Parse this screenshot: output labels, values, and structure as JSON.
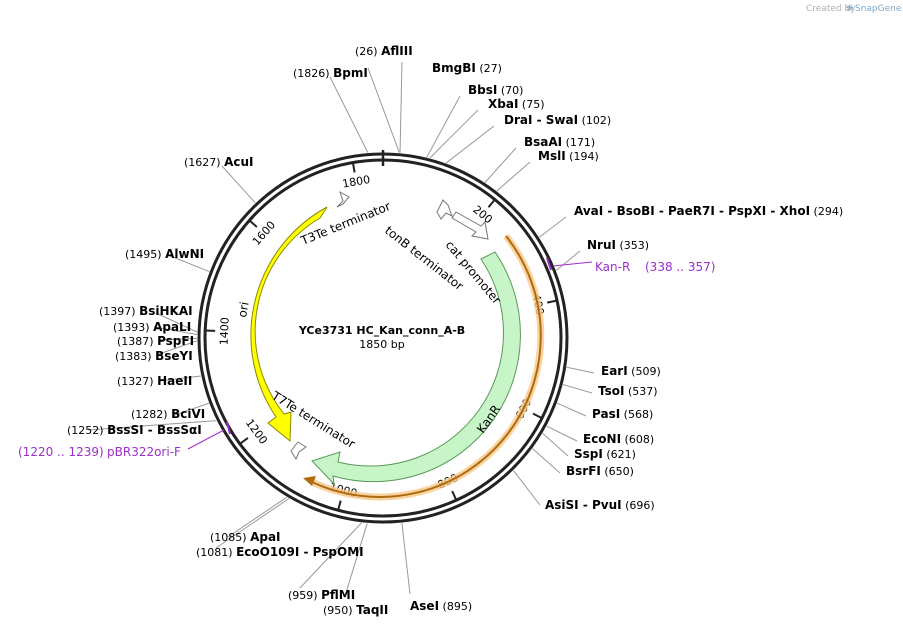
{
  "credit": {
    "prefix": "Created by",
    "brand": "SnapGene"
  },
  "plasmid": {
    "name": "YCe3731 HC_Kan_conn_A-B",
    "length": "1850 bp",
    "total_bp": 1850
  },
  "ticks": [
    {
      "bp": 200,
      "label": "200"
    },
    {
      "bp": 400,
      "label": "400"
    },
    {
      "bp": 600,
      "label": "600"
    },
    {
      "bp": 800,
      "label": "800"
    },
    {
      "bp": 1000,
      "label": "1000"
    },
    {
      "bp": 1200,
      "label": "1200"
    },
    {
      "bp": 1400,
      "label": "1400"
    },
    {
      "bp": 1600,
      "label": "1600"
    },
    {
      "bp": 1800,
      "label": "1800"
    }
  ],
  "features": [
    {
      "name": "ori",
      "type": "rep_origin",
      "color": "#ffff00",
      "stroke": "#8a8a00"
    },
    {
      "name": "KanR",
      "type": "CDS",
      "color": "#c8f5c8",
      "stroke": "#5a9a5a"
    },
    {
      "name": "T3Te terminator",
      "type": "terminator"
    },
    {
      "name": "tonB terminator",
      "type": "terminator"
    },
    {
      "name": "cat promoter",
      "type": "promoter"
    },
    {
      "name": "T7Te terminator",
      "type": "terminator"
    }
  ],
  "primers": [
    {
      "name": "Kan-R",
      "range": "(338 .. 357)",
      "color": "#9b30c8"
    },
    {
      "name": "pBR322ori-F",
      "range": "(1220 .. 1239)",
      "color": "#9b30c8"
    }
  ],
  "sites": [
    {
      "name": "AflIII",
      "pos": "(26)"
    },
    {
      "name": "BmgBI",
      "pos": "(27)"
    },
    {
      "name": "BbsI",
      "pos": "(70)"
    },
    {
      "name": "XbaI",
      "pos": "(75)"
    },
    {
      "name": "DraI - SwaI",
      "pos": "(102)"
    },
    {
      "name": "BsaAI",
      "pos": "(171)"
    },
    {
      "name": "MslI",
      "pos": "(194)"
    },
    {
      "name": "AvaI - BsoBI - PaeR7I - PspXI - XhoI",
      "pos": "(294)"
    },
    {
      "name": "NruI",
      "pos": "(353)"
    },
    {
      "name": "EarI",
      "pos": "(509)"
    },
    {
      "name": "TsoI",
      "pos": "(537)"
    },
    {
      "name": "PasI",
      "pos": "(568)"
    },
    {
      "name": "EcoNI",
      "pos": "(608)"
    },
    {
      "name": "SspI",
      "pos": "(621)"
    },
    {
      "name": "BsrFI",
      "pos": "(650)"
    },
    {
      "name": "AsiSI - PvuI",
      "pos": "(696)"
    },
    {
      "name": "AseI",
      "pos": "(895)"
    },
    {
      "name": "TaqII",
      "pos": "(950)"
    },
    {
      "name": "PflMI",
      "pos": "(959)"
    },
    {
      "name": "EcoO109I - PspOMI",
      "pos": "(1081)"
    },
    {
      "name": "ApaI",
      "pos": "(1085)"
    },
    {
      "name": "BssSI - BssSαI",
      "pos": "(1252)"
    },
    {
      "name": "BciVI",
      "pos": "(1282)"
    },
    {
      "name": "HaeII",
      "pos": "(1327)"
    },
    {
      "name": "BseYI",
      "pos": "(1383)"
    },
    {
      "name": "PspFI",
      "pos": "(1387)"
    },
    {
      "name": "ApaLI",
      "pos": "(1393)"
    },
    {
      "name": "BsiHKAI",
      "pos": "(1397)"
    },
    {
      "name": "AlwNI",
      "pos": "(1495)"
    },
    {
      "name": "AcuI",
      "pos": "(1627)"
    },
    {
      "name": "BpmI",
      "pos": "(1826)"
    }
  ]
}
